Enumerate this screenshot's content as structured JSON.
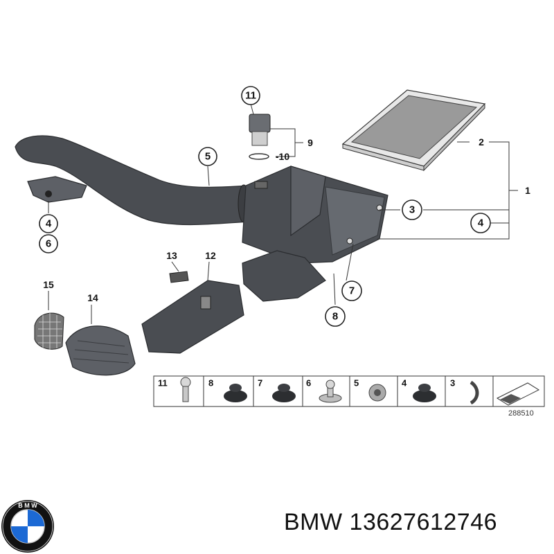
{
  "callouts": {
    "c11_top": "11",
    "c9": "9",
    "c10": "-10",
    "c5": "5",
    "c2": "2",
    "c1": "1",
    "c3": "3",
    "c4_right": "4",
    "c4_left": "4",
    "c6": "6",
    "c7": "7",
    "c8": "8",
    "c13": "13",
    "c12": "12",
    "c15": "15",
    "c14": "14"
  },
  "parts_strip": {
    "items": [
      "11",
      "8",
      "7",
      "6",
      "5",
      "4",
      "3"
    ]
  },
  "diagram_ref": "288510",
  "brand": {
    "name": "BMW",
    "part_number": "13627612746",
    "label": "BMW 13627612746",
    "logo_text": "B M W"
  },
  "colors": {
    "part_gray": "#4a4d52",
    "logo_blue": "#1c69d4",
    "logo_black": "#111111"
  }
}
